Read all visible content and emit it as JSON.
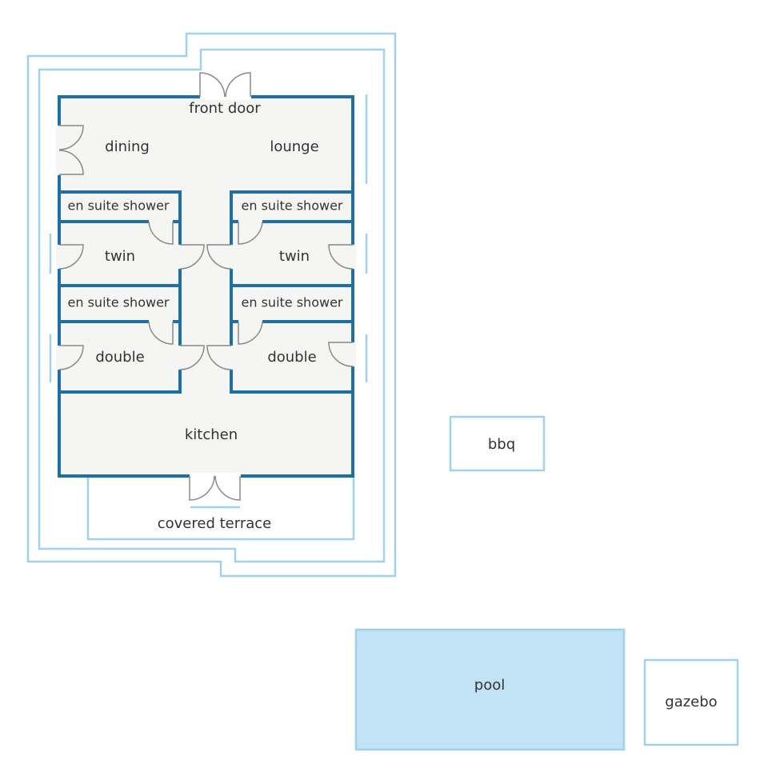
{
  "colors": {
    "wall": "#1f6fa3",
    "outline": "#9fd2ea",
    "floor": "#f5f5f4",
    "pool": "#c2e2f6",
    "door": "#8a8a8a",
    "text": "#333333"
  },
  "labels": {
    "front_door": "front door",
    "dining": "dining",
    "lounge": "lounge",
    "ensuite_tl": "en suite shower",
    "ensuite_tr": "en suite shower",
    "twin_left": "twin",
    "twin_right": "twin",
    "ensuite_ml": "en suite shower",
    "ensuite_mr": "en suite shower",
    "double_left": "double",
    "double_right": "double",
    "kitchen": "kitchen",
    "covered_terrace": "covered terrace",
    "bbq": "bbq",
    "pool": "pool",
    "gazebo": "gazebo"
  }
}
